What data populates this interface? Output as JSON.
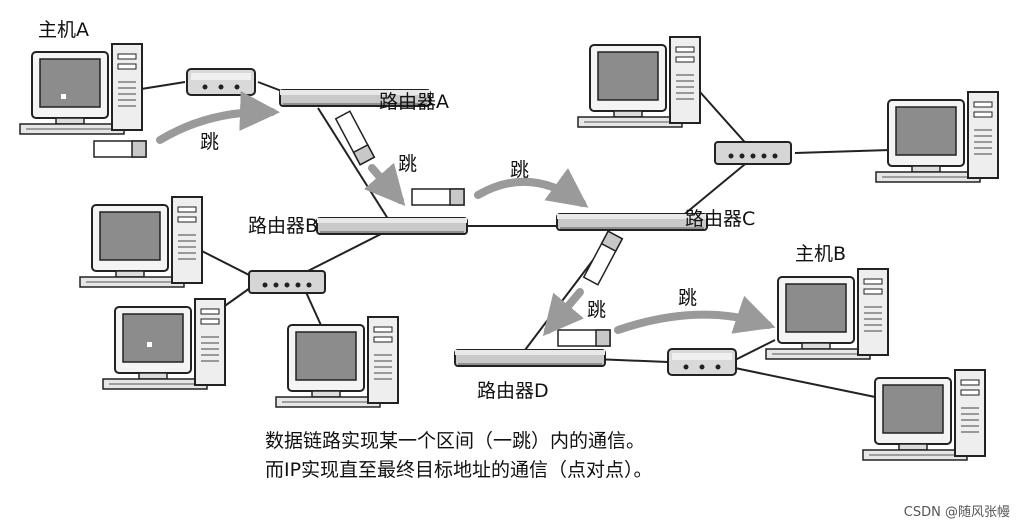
{
  "labels": {
    "host_a": "主机A",
    "host_b": "主机B",
    "router_a": "路由器A",
    "router_b": "路由器B",
    "router_c": "路由器C",
    "router_d": "路由器D"
  },
  "hop_label": "跳",
  "caption": {
    "line1": "数据链路实现某一个区间（一跳）内的通信。",
    "line2": "而IP实现直至最终目标地址的通信（点对点）。"
  },
  "watermark": "CSDN @随风张幔",
  "colors": {
    "arrow": "#9a9a9a",
    "device": "#c9c9c9",
    "screen": "#8c8c8c",
    "packet_header": "#c8c8c8"
  }
}
